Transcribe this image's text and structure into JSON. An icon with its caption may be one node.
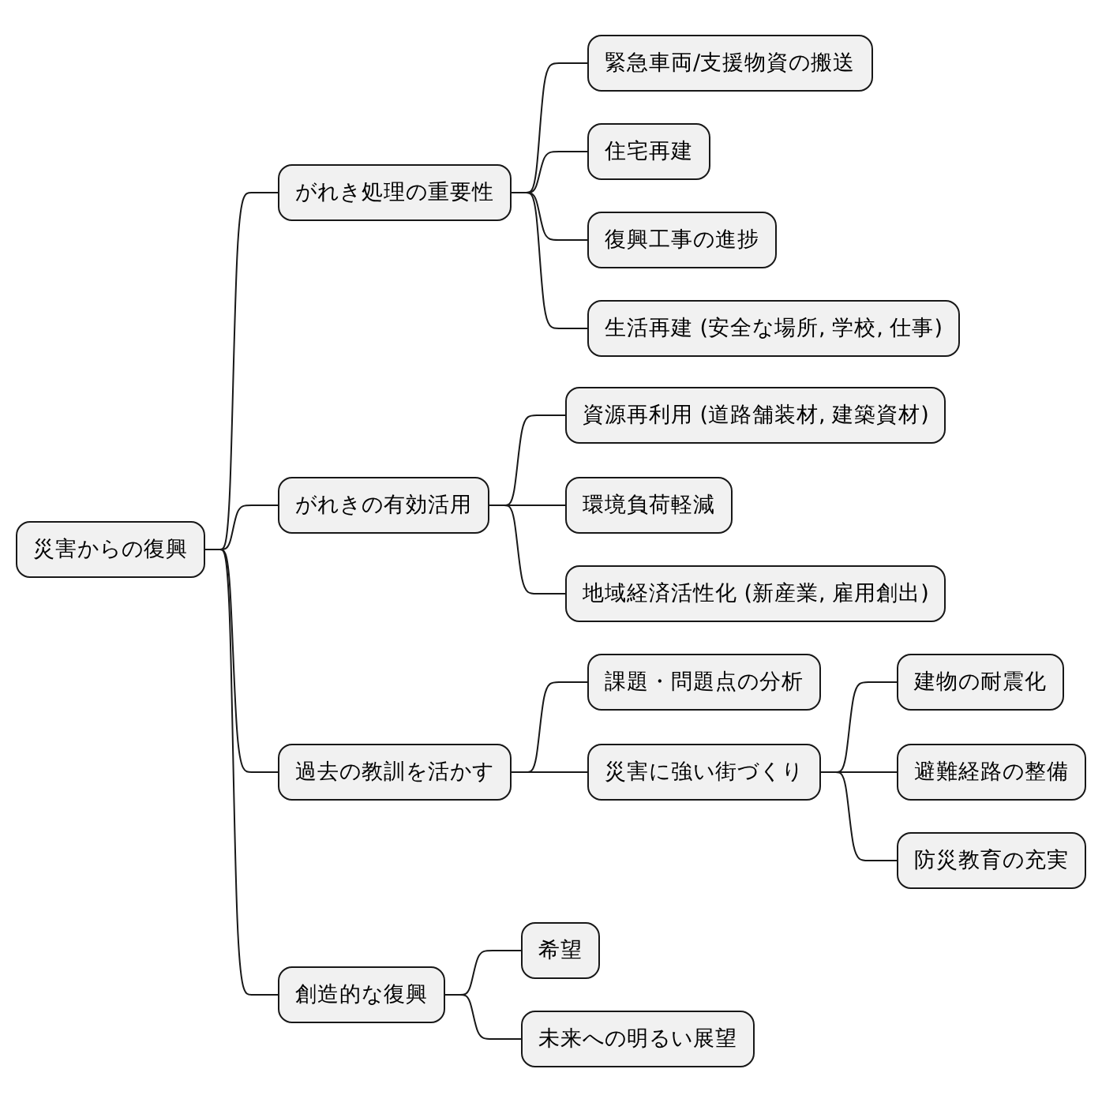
{
  "diagram": {
    "nodes": [
      {
        "text": [
          "災害からの復興"
        ]
      },
      {
        "text": [
          "がれき処理の重要性"
        ]
      },
      {
        "text": [
          "緊急車両/支援物資の搬送"
        ]
      },
      {
        "text": [
          "住宅再建"
        ]
      },
      {
        "text": [
          "復興工事の進捗"
        ]
      },
      {
        "text": [
          "生活再建 (安全な場所, 学校, 仕事)"
        ]
      },
      {
        "text": [
          "がれきの有効活用"
        ]
      },
      {
        "text": [
          "資源再利用 (道路舗装材, 建築資材)"
        ]
      },
      {
        "text": [
          "環境負荷軽減"
        ]
      },
      {
        "text": [
          "地域経済活性化 (新産業, 雇用創出)"
        ]
      },
      {
        "text": [
          "過去の教訓を活かす"
        ]
      },
      {
        "text": [
          "課題・問題点の分析"
        ]
      },
      {
        "text": [
          "災害に強い街づくり"
        ]
      },
      {
        "text": [
          "建物の耐震化"
        ]
      },
      {
        "text": [
          "避難経路の整備"
        ]
      },
      {
        "text": [
          "防災教育の充実"
        ]
      },
      {
        "text": [
          "創造的な復興"
        ]
      },
      {
        "text": [
          "希望"
        ]
      },
      {
        "text": [
          "未来への明るい展望"
        ]
      }
    ],
    "edges": [
      {
        "from": 0,
        "to": 1,
        "arrow": "none"
      },
      {
        "from": 1,
        "to": 2,
        "arrow": "none"
      },
      {
        "from": 1,
        "to": 3,
        "arrow": "none"
      },
      {
        "from": 1,
        "to": 4,
        "arrow": "none"
      },
      {
        "from": 1,
        "to": 5,
        "arrow": "none"
      },
      {
        "from": 0,
        "to": 6,
        "arrow": "none"
      },
      {
        "from": 6,
        "to": 7,
        "arrow": "none"
      },
      {
        "from": 6,
        "to": 8,
        "arrow": "none"
      },
      {
        "from": 6,
        "to": 9,
        "arrow": "none"
      },
      {
        "from": 0,
        "to": 10,
        "arrow": "none"
      },
      {
        "from": 10,
        "to": 11,
        "arrow": "none"
      },
      {
        "from": 10,
        "to": 12,
        "arrow": "none"
      },
      {
        "from": 12,
        "to": 13,
        "arrow": "none"
      },
      {
        "from": 12,
        "to": 14,
        "arrow": "none"
      },
      {
        "from": 12,
        "to": 15,
        "arrow": "none"
      },
      {
        "from": 0,
        "to": 16,
        "arrow": "none"
      },
      {
        "from": 16,
        "to": 17,
        "arrow": "none"
      },
      {
        "from": 16,
        "to": 18,
        "arrow": "none"
      }
    ]
  }
}
